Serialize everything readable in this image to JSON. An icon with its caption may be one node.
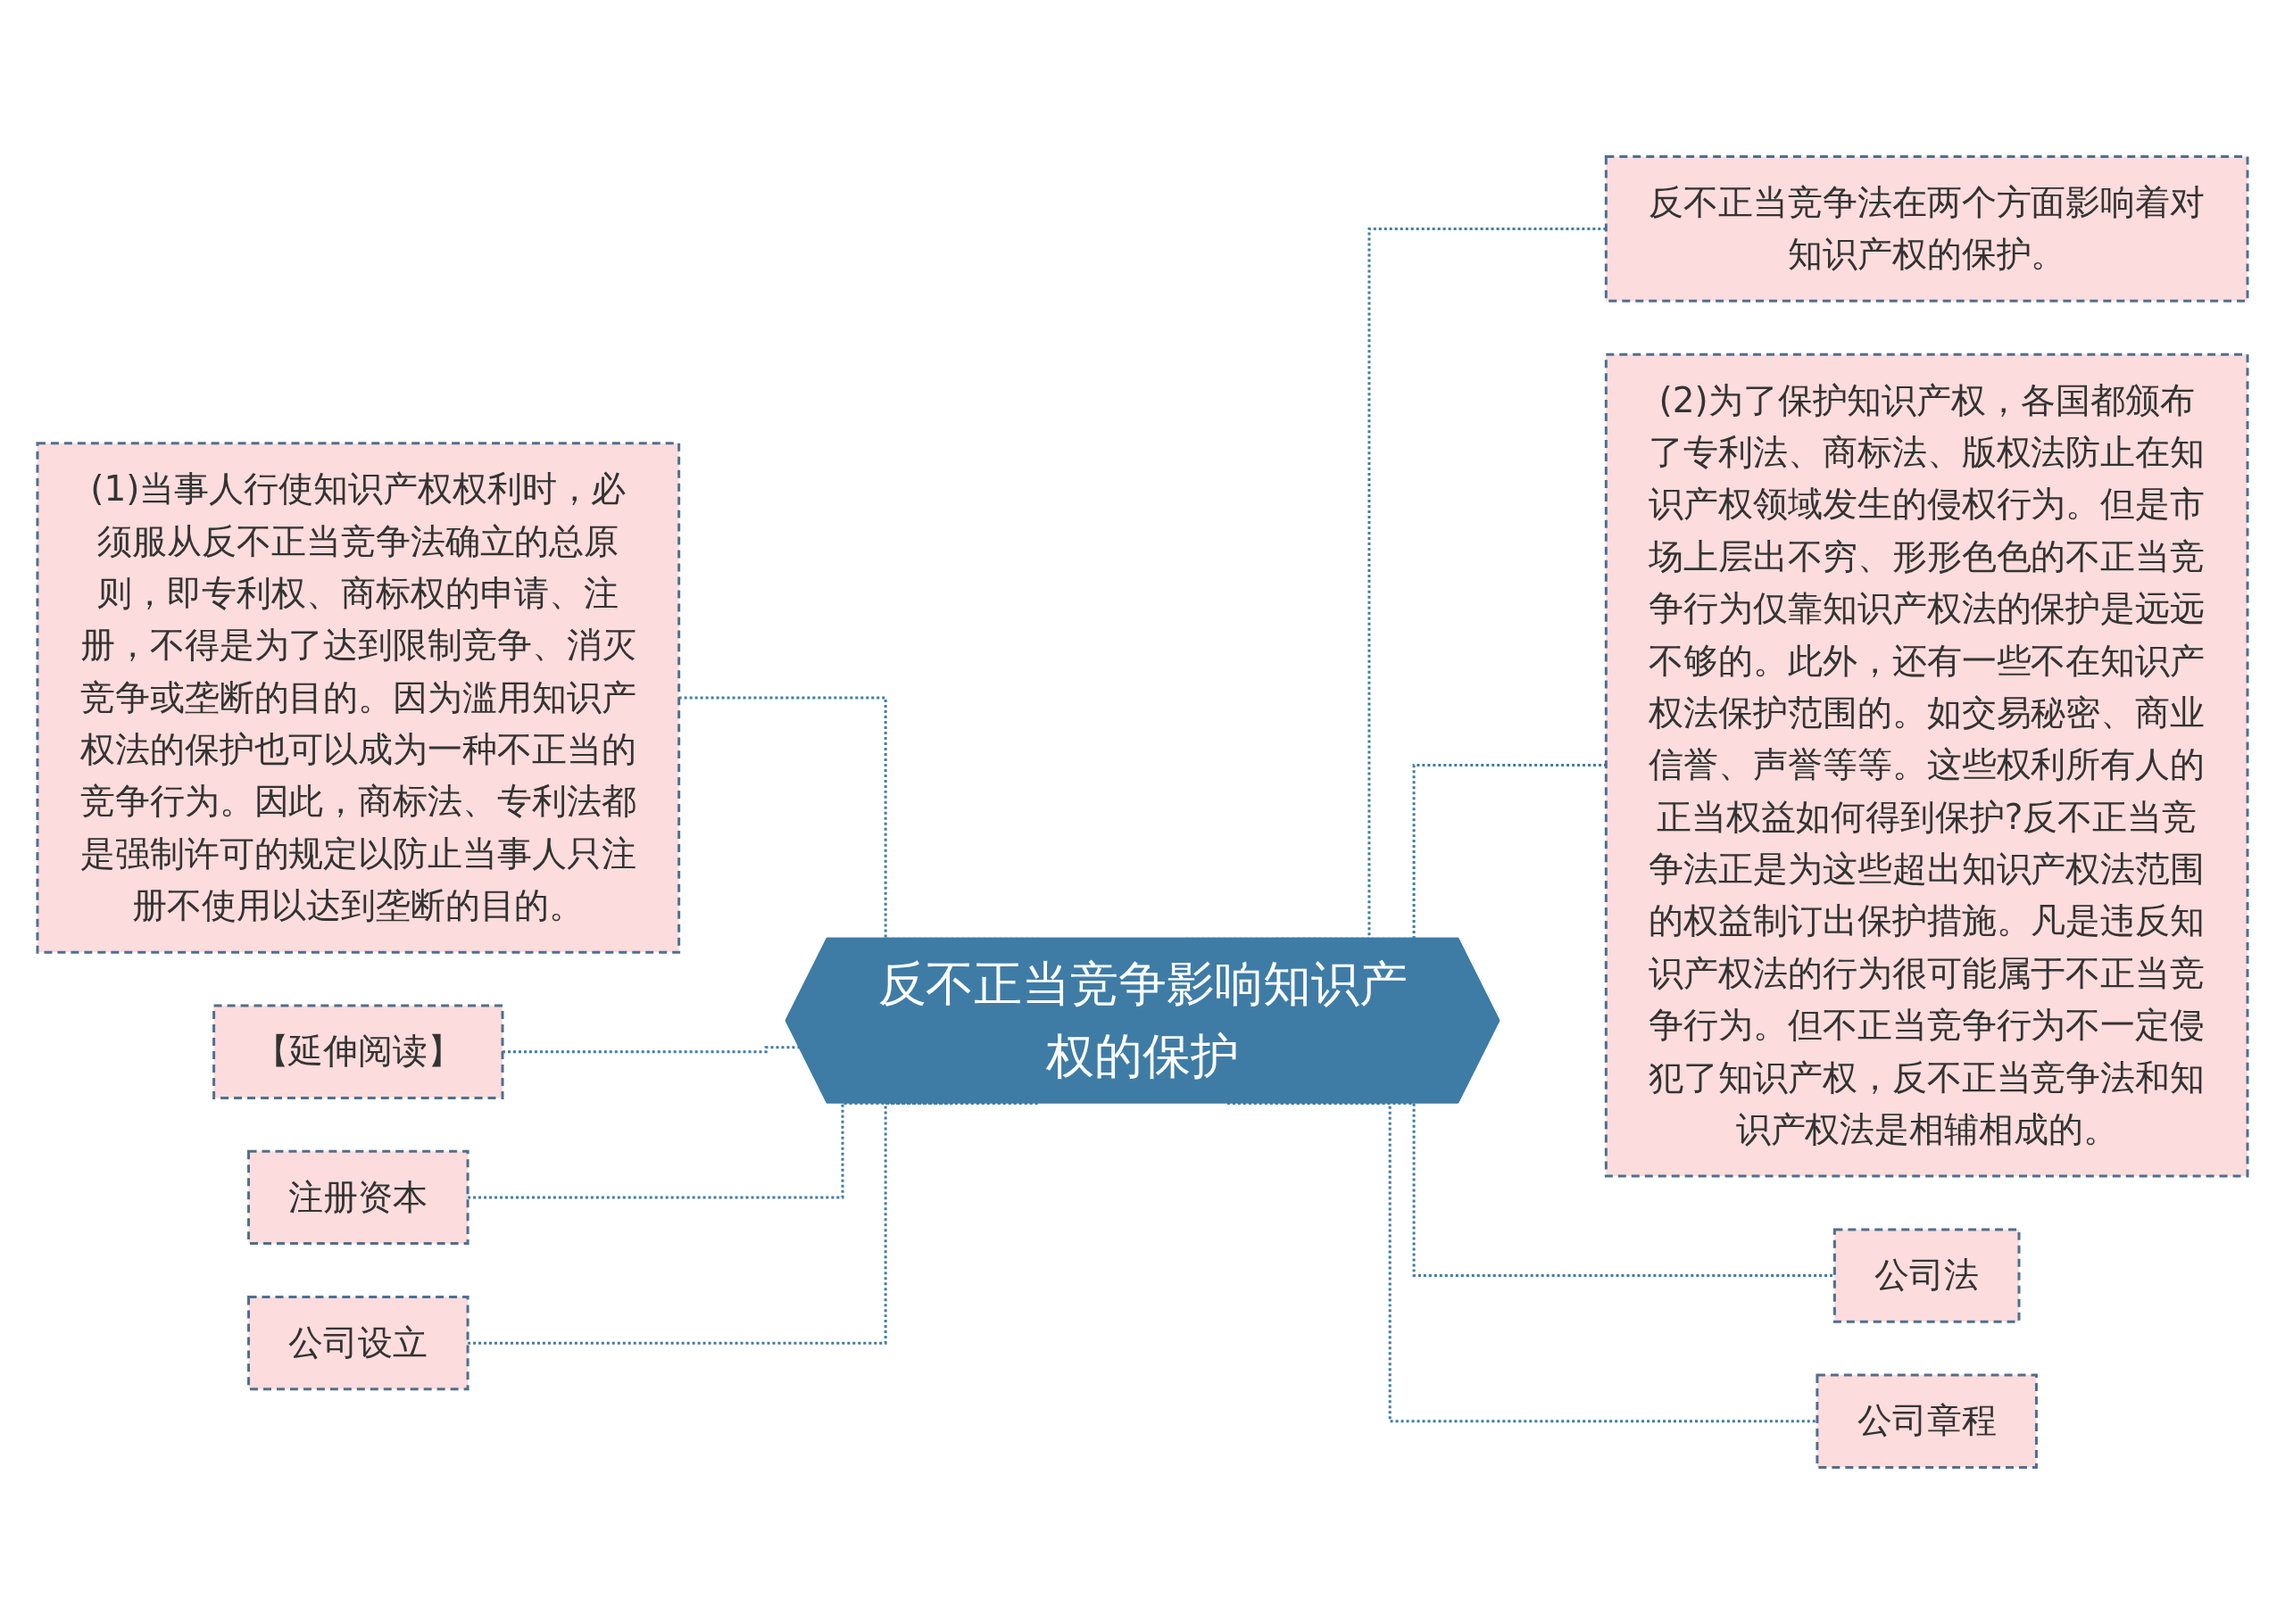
{
  "diagram": {
    "nodes": [
      {
        "text": [
          "反不正当竞争影响知识产权的保护"
        ]
      },
      {
        "text": [
          "(1)当事人行使知识产权权利时，必须服从反不正当竞争法确立的总原则，即专利权、商标权的申请、注册，不得是为了达到限制竞争、消灭竞争或垄断的目的。因为滥用知识产权法的保护也可以成为一种不正当的竞争行为。因此，商标法、专利法都是强制许可的规定以防止当事人只注册不使用以达到垄断的目的。"
        ]
      },
      {
        "text": [
          "【延伸阅读】"
        ]
      },
      {
        "text": [
          "注册资本"
        ]
      },
      {
        "text": [
          "公司设立"
        ]
      },
      {
        "text": [
          "反不正当竞争法在两个方面影响着对知识产权的保护。"
        ]
      },
      {
        "text": [
          "(2)为了保护知识产权，各国都颁布了专利法、商标法、版权法防止在知识产权领域发生的侵权行为。但是市场上层出不穷、形形色色的不正当竞争行为仅靠知识产权法的保护是远远不够的。此外，还有一些不在知识产权法保护范围的。如交易秘密、商业信誉、声誉等等。这些权利所有人的正当权益如何得到保护?反不正当竞争法正是为这些超出知识产权法范围的权益制订出保护措施。凡是违反知识产权法的行为很可能属于不正当竞争行为。但不正当竞争行为不一定侵犯了知识产权，反不正当竞争法和知识产权法是相辅相成的。"
        ]
      },
      {
        "text": [
          "公司法"
        ]
      },
      {
        "text": [
          "公司章程"
        ]
      }
    ],
    "edges": [
      {
        "from": 1,
        "to": 0,
        "arrow": "none",
        "style": "dashed"
      },
      {
        "from": 2,
        "to": 0,
        "arrow": "none",
        "style": "dashed"
      },
      {
        "from": 3,
        "to": 0,
        "arrow": "none",
        "style": "dashed"
      },
      {
        "from": 4,
        "to": 0,
        "arrow": "none",
        "style": "dashed"
      },
      {
        "from": 0,
        "to": 5,
        "arrow": "none",
        "style": "dashed"
      },
      {
        "from": 0,
        "to": 6,
        "arrow": "none",
        "style": "dashed"
      },
      {
        "from": 0,
        "to": 7,
        "arrow": "none",
        "style": "dashed"
      },
      {
        "from": 0,
        "to": 8,
        "arrow": "none",
        "style": "dashed"
      }
    ]
  }
}
